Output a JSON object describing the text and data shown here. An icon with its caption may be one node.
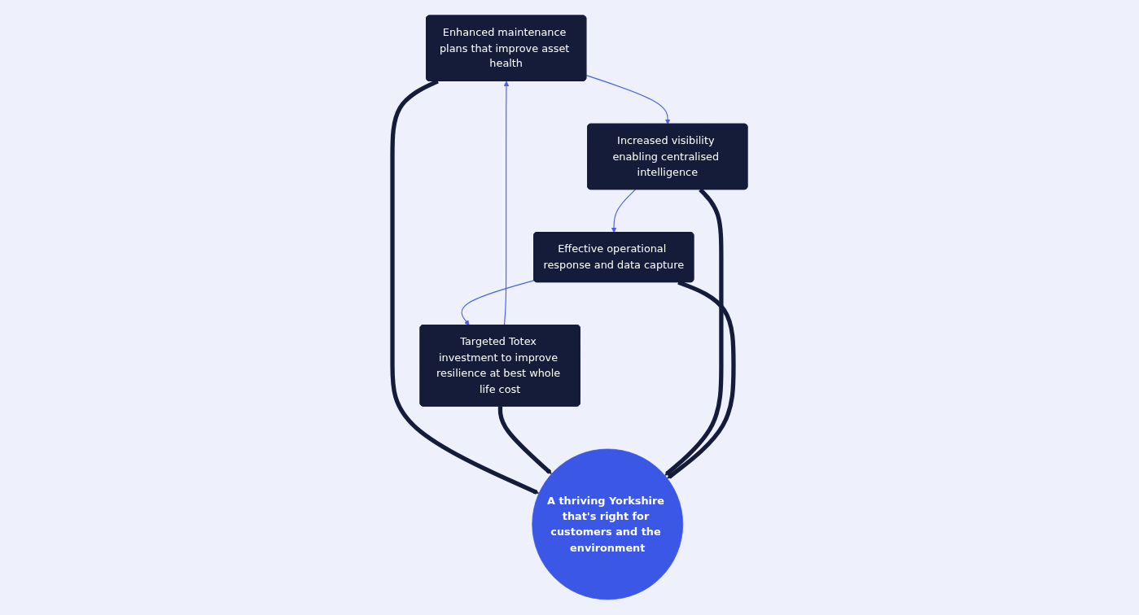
{
  "diagram": {
    "nodes": [
      {
        "text": [
          "Enhanced maintenance plans that improve asset health"
        ]
      },
      {
        "text": [
          "Targeted Totex investment to improve resilience at best whole life cost"
        ]
      },
      {
        "text": [
          "A thriving Yorkshire that's right for customers and the environment"
        ]
      },
      {
        "text": [
          "Increased visibility enabling centralised intelligence"
        ]
      },
      {
        "text": [
          "Effective operational response and data capture"
        ]
      }
    ],
    "edges": [
      {
        "from": 1,
        "to": 0,
        "arrow": "to",
        "color": "#4a5ee8"
      },
      {
        "from": 0,
        "to": 3,
        "arrow": "to",
        "color": "#4a5ee8"
      },
      {
        "from": 3,
        "to": 4,
        "arrow": "to",
        "color": "#4a5ee8"
      },
      {
        "from": 4,
        "to": 1,
        "arrow": "to",
        "color": "#4a5ee8"
      },
      {
        "from": 0,
        "to": 2,
        "arrow": "to",
        "style": "thick",
        "color": "#141c3a"
      },
      {
        "from": 1,
        "to": 2,
        "arrow": "to",
        "style": "thick",
        "color": "#141c3a"
      },
      {
        "from": 3,
        "to": 2,
        "arrow": "to",
        "style": "thick",
        "color": "#141c3a"
      },
      {
        "from": 4,
        "to": 2,
        "arrow": "to",
        "style": "thick",
        "color": "#141c3a"
      }
    ]
  }
}
